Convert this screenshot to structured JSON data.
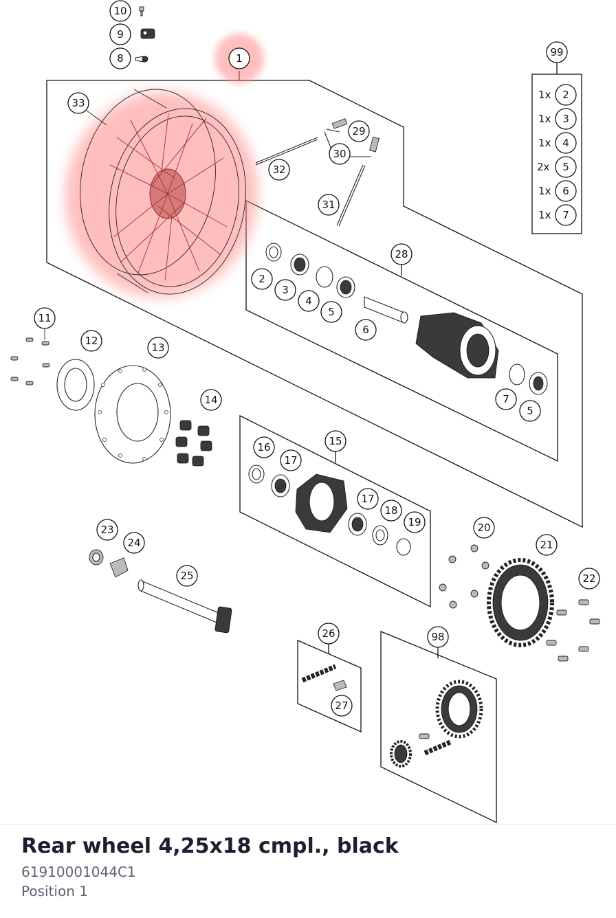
{
  "diagram": {
    "callouts": [
      "1",
      "2",
      "3",
      "4",
      "5",
      "6",
      "7",
      "8",
      "9",
      "10",
      "11",
      "12",
      "13",
      "14",
      "15",
      "16",
      "17",
      "18",
      "19",
      "20",
      "21",
      "22",
      "23",
      "24",
      "25",
      "26",
      "27",
      "28",
      "29",
      "30",
      "31",
      "32",
      "33",
      "98",
      "99"
    ],
    "kit_99": [
      {
        "qty": "1x",
        "ref": "2"
      },
      {
        "qty": "1x",
        "ref": "3"
      },
      {
        "qty": "1x",
        "ref": "4"
      },
      {
        "qty": "2x",
        "ref": "5"
      },
      {
        "qty": "1x",
        "ref": "6"
      },
      {
        "qty": "1x",
        "ref": "7"
      }
    ],
    "highlight_color": "#ff8a8a",
    "selected_callout": "1"
  },
  "footer": {
    "title": "Rear wheel 4,25x18 cmpl., black",
    "part_number": "61910001044C1",
    "position": "Position 1"
  }
}
